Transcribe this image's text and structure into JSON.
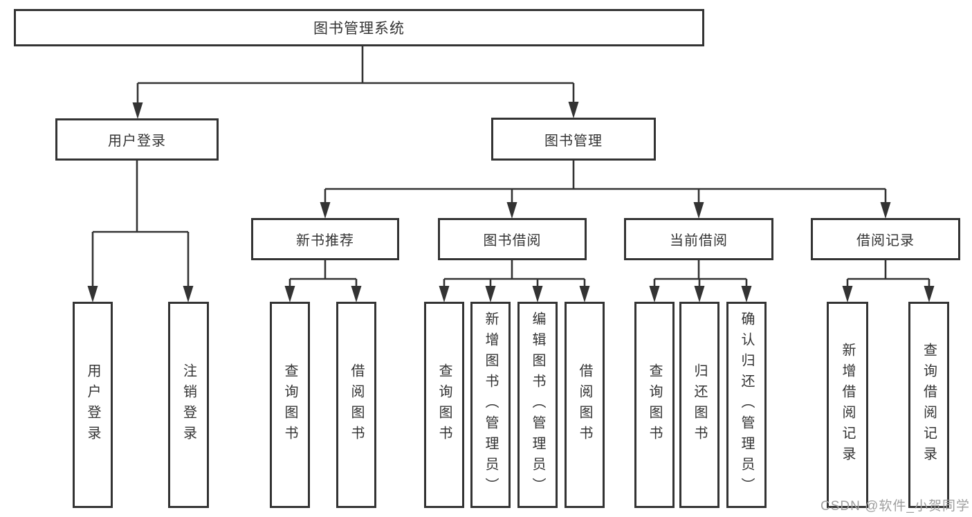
{
  "colors": {
    "line": "#333333",
    "border": "#333333",
    "text": "#333333",
    "watermark": "#9e9e9e",
    "bg": "#ffffff"
  },
  "watermark": {
    "text": "CSDN @软件_小贺同学"
  },
  "tree": {
    "label": "图书管理系统",
    "children": [
      {
        "label": "用户登录",
        "children": [
          {
            "label": "用户登录"
          },
          {
            "label": "注销登录"
          }
        ]
      },
      {
        "label": "图书管理",
        "children": [
          {
            "label": "新书推荐",
            "children": [
              {
                "label": "查询图书"
              },
              {
                "label": "借阅图书"
              }
            ]
          },
          {
            "label": "图书借阅",
            "children": [
              {
                "label": "查询图书"
              },
              {
                "label": "新增图书（管理员）"
              },
              {
                "label": "编辑图书（管理员）"
              },
              {
                "label": "借阅图书"
              }
            ]
          },
          {
            "label": "当前借阅",
            "children": [
              {
                "label": "查询图书"
              },
              {
                "label": "归还图书"
              },
              {
                "label": "确认归还（管理员）"
              }
            ]
          },
          {
            "label": "借阅记录",
            "children": [
              {
                "label": "新增借阅记录"
              },
              {
                "label": "查询借阅记录"
              }
            ]
          }
        ]
      }
    ]
  }
}
